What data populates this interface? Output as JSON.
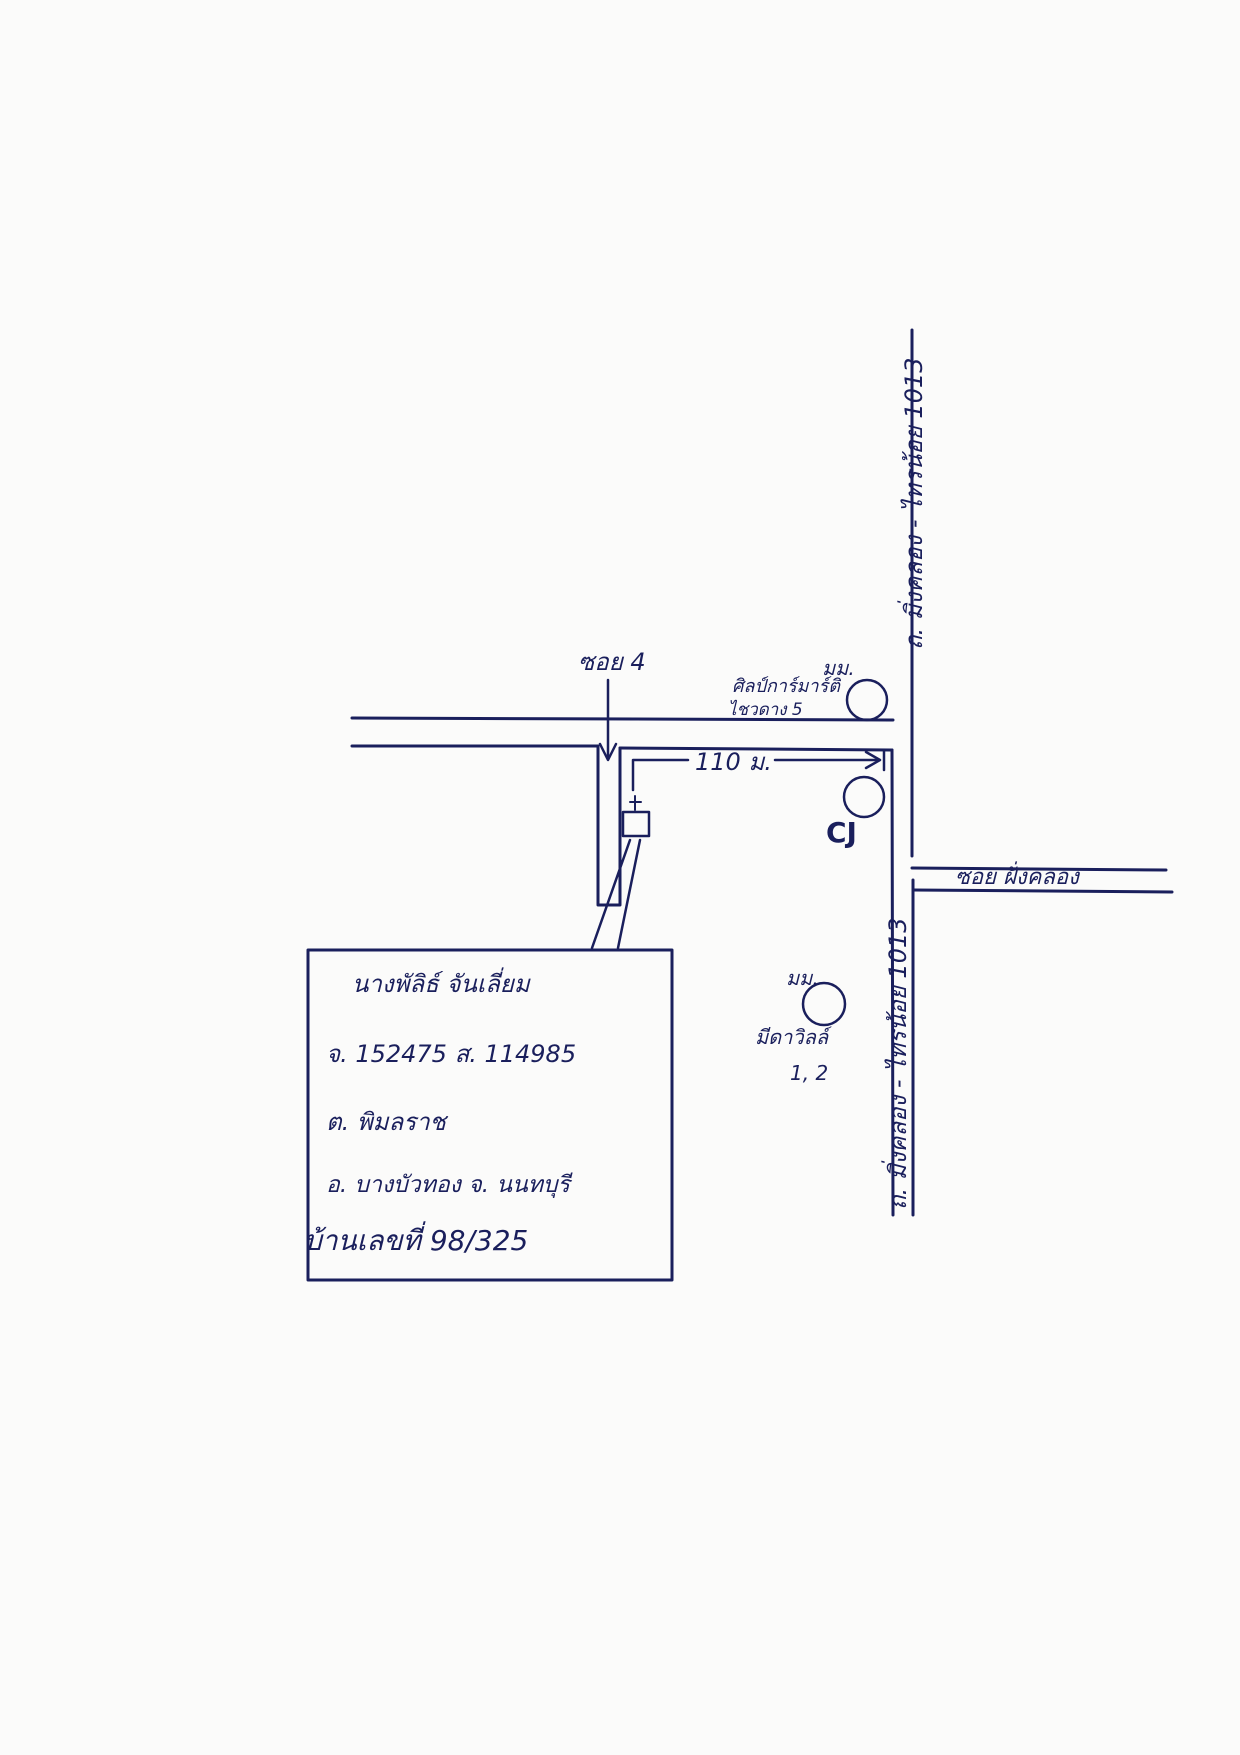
{
  "roads": {
    "main_road_north": "ถ. มิ่งคลอง - ไทรน้อย 1013",
    "main_road_south": "ถ. มิ่งคลอง - ไทรน้อย 1013",
    "soi_4": "ซอย 4",
    "soi_east": "ซอย ฝั่งคลอง"
  },
  "landmarks": {
    "village_north_prefix": "มม.",
    "village_north_name_line1": "ศิลป์การ์มาร์ติ",
    "village_north_name_line2": "ไชวดาง 5",
    "cj_label": "CJ",
    "village_south_prefix": "มม.",
    "village_south_name": "มีดาวิลล์",
    "village_south_phase": "1, 2"
  },
  "distance_label": "110 ม.",
  "info_box": {
    "name": "นางพัลิธ์ จันเลี่ยม",
    "coordinates": "จ. 152475  ส. 114985",
    "subdistrict": "ต. พิมลราช",
    "district_province": "อ. บางบัวทอง จ. นนทบุรี",
    "house_number": "บ้านเลขที่ 98/325"
  },
  "colors": {
    "ink": "#1a1f5c",
    "paper": "#fbfbfa"
  }
}
